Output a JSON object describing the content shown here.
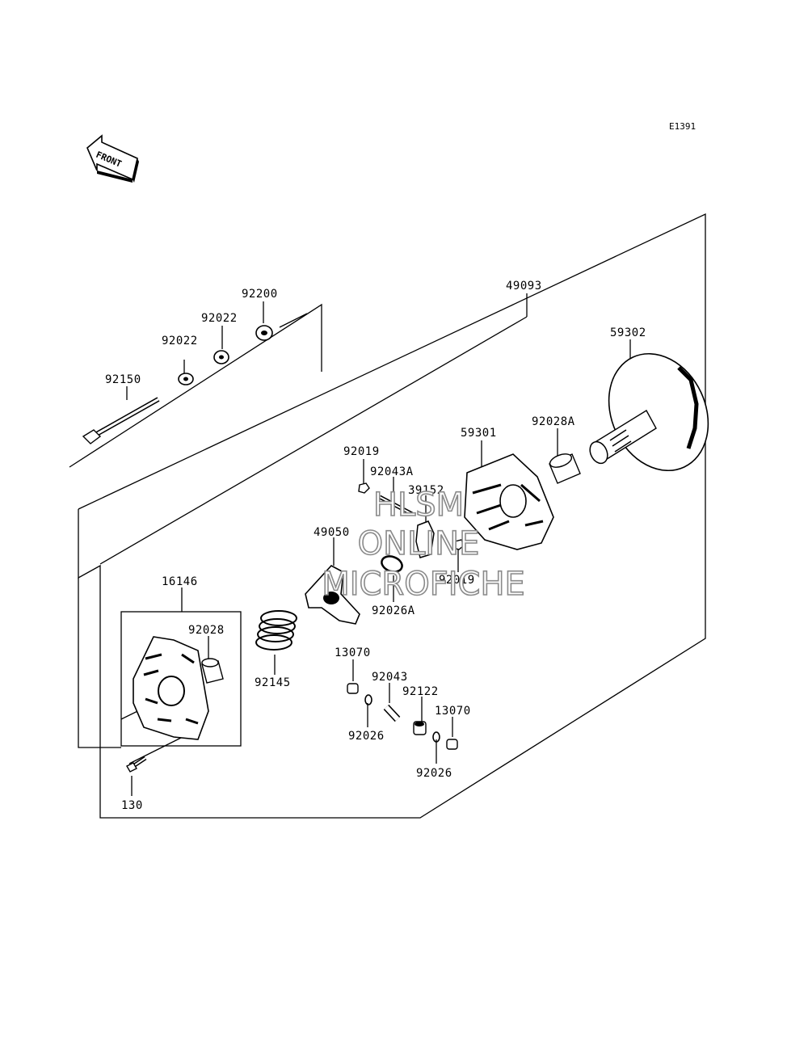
{
  "diagram_code": "E1391",
  "front_arrow_label": "FRONT",
  "watermark": {
    "line1": "HLSM",
    "line2": "ONLINE",
    "line3": "MICROFICHE"
  },
  "part_labels": {
    "p92200": "92200",
    "p92022a": "92022",
    "p92022b": "92022",
    "p92150": "92150",
    "p49093": "49093",
    "p59302": "59302",
    "p59301": "59301",
    "p92028A": "92028A",
    "p92019a": "92019",
    "p92043A": "92043A",
    "p39152": "39152",
    "p49050": "49050",
    "p92019b": "92019",
    "p92026A": "92026A",
    "p16146": "16146",
    "p92028": "92028",
    "p92145": "92145",
    "p13070a": "13070",
    "p92043": "92043",
    "p92122": "92122",
    "p13070b": "13070",
    "p92026a": "92026",
    "p92026b": "92026",
    "p130": "130"
  }
}
